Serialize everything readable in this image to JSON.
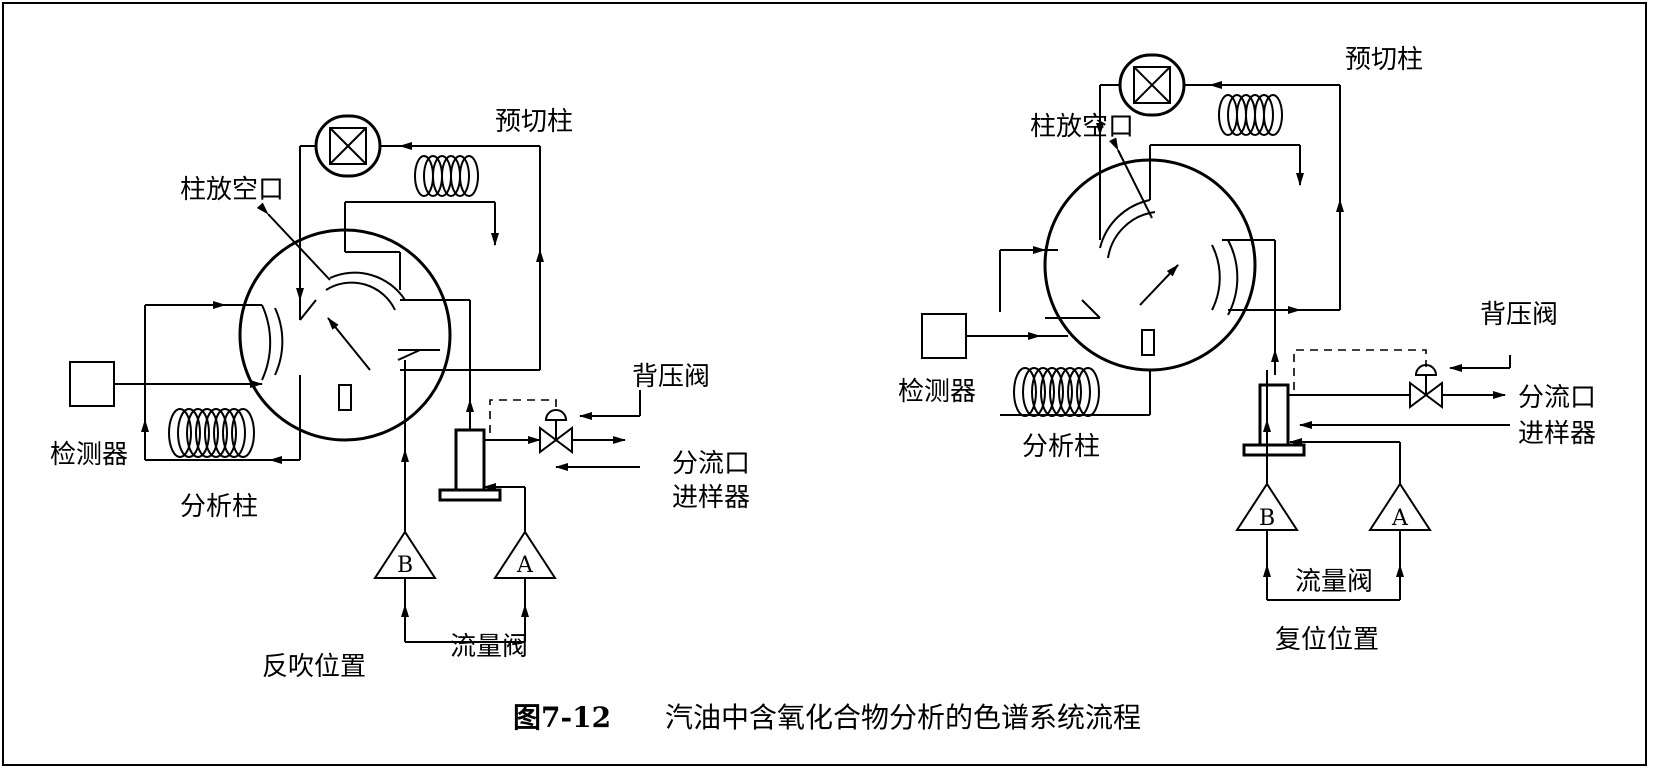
{
  "left": {
    "labels": {
      "precut_column": "预切柱",
      "column_vent": "柱放空口",
      "detector": "检测器",
      "analytical_column": "分析柱",
      "back_pressure_valve": "背压阀",
      "split_outlet": "分流口",
      "injector": "进样器",
      "flow_valve": "流量阀",
      "position": "反吹位置",
      "valve_b": "B",
      "valve_a": "A"
    }
  },
  "right": {
    "labels": {
      "precut_column": "预切柱",
      "column_vent": "柱放空口",
      "detector": "检测器",
      "analytical_column": "分析柱",
      "back_pressure_valve": "背压阀",
      "split_outlet": "分流口",
      "injector": "进样器",
      "flow_valve": "流量阀",
      "position": "复位位置",
      "valve_b": "B",
      "valve_a": "A"
    }
  },
  "caption": {
    "figure_number": "图7-12",
    "title": "汽油中含氧化合物分析的色谱系统流程"
  }
}
